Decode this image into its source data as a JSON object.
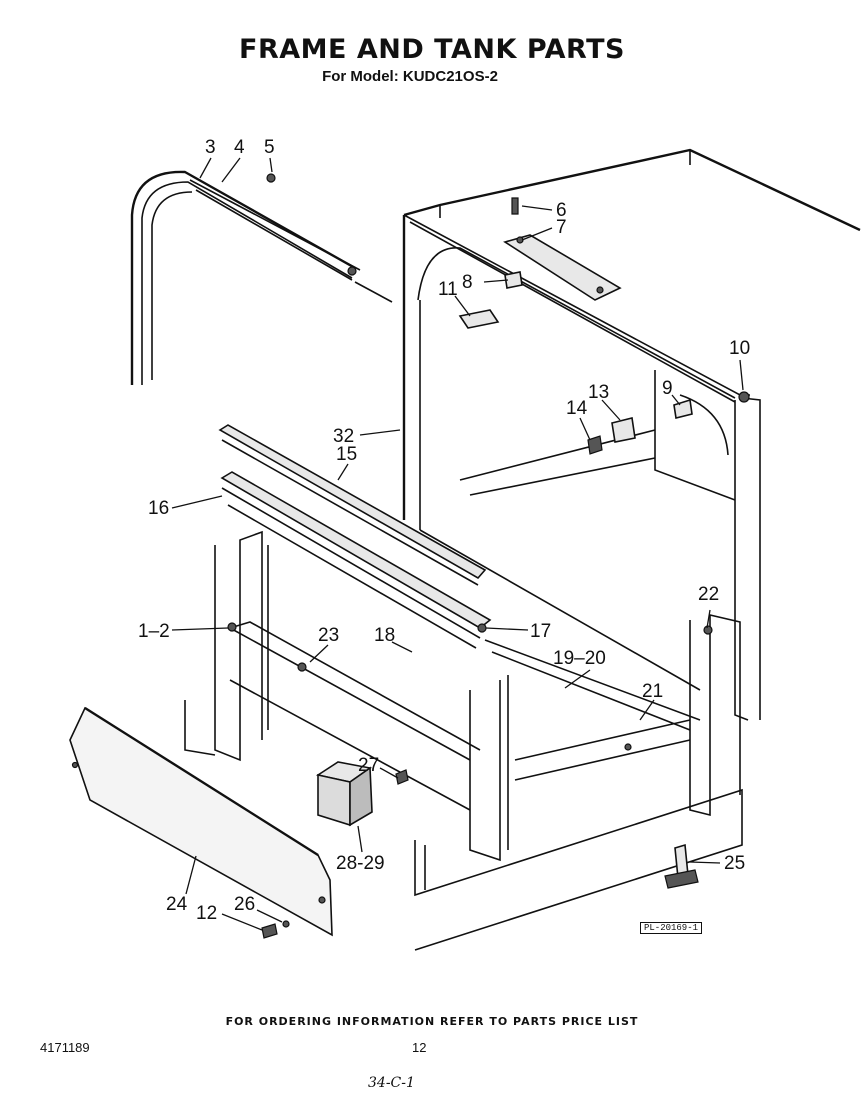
{
  "header": {
    "title": "FRAME AND TANK PARTS",
    "subtitle": "For Model: KUDC21OS-2"
  },
  "callouts": {
    "c3": "3",
    "c4": "4",
    "c5": "5",
    "c6": "6",
    "c7": "7",
    "c8": "8",
    "c9": "9",
    "c10": "10",
    "c11": "11",
    "c12": "12",
    "c13": "13",
    "c14": "14",
    "c15": "15",
    "c16": "16",
    "c17": "17",
    "c18": "18",
    "c19_20": "19–20",
    "c21": "21",
    "c22": "22",
    "c23": "23",
    "c24": "24",
    "c25": "25",
    "c26": "26",
    "c27": "27",
    "c28_29": "28-29",
    "c32": "32",
    "c1_2": "1–2"
  },
  "plate_ref": "PL-20169-1",
  "footer": {
    "ordering_note": "FOR ORDERING INFORMATION REFER TO PARTS PRICE LIST",
    "doc_number": "4171189",
    "page_number": "12",
    "handwritten_note": "34-C-1"
  }
}
